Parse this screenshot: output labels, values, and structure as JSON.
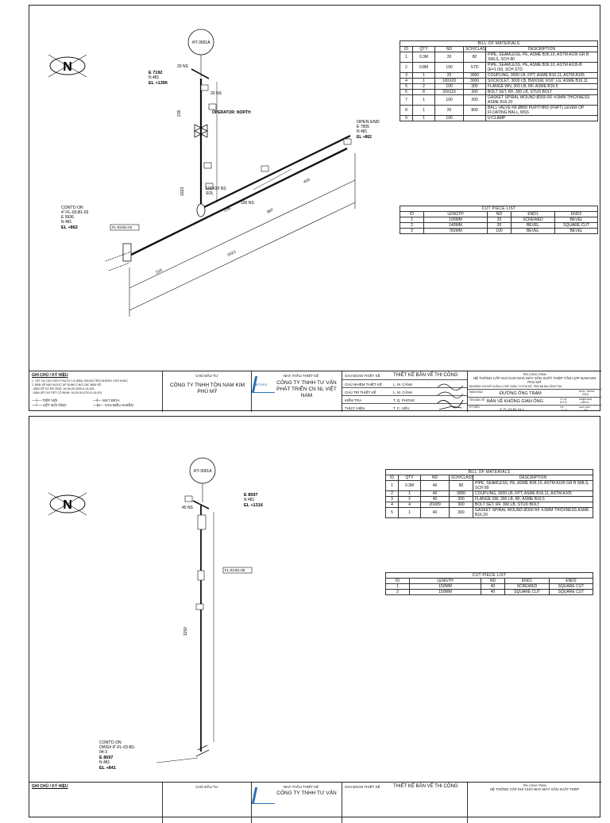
{
  "sheet1": {
    "north": "N",
    "balloon": "#IT-3001A",
    "labels": {
      "top_ns": "20 NS",
      "coord_e": "E 7192",
      "coord_n": "N 481",
      "coord_el": "EL +1396",
      "ns20": "20 NS",
      "operator": "OPERATOR: NORTH",
      "open_end": "OPEN END",
      "oe_e": "E 7895",
      "oe_n": "N 481",
      "oe_el": "EL +862",
      "contd_1": "CONT'D ON",
      "contd_2": "4\"-FL-03-B1-03",
      "contd_e": "E 5936",
      "contd_n": "N 481",
      "contd_el": "EL +862",
      "tag": "FL-03-B1-04",
      "red": "100X20 NS",
      "red2": "SOL",
      "ns100": "100 NS",
      "d1": "215",
      "d2": "235",
      "d3": "1613",
      "d4": "410",
      "d5": "987",
      "d6": "215",
      "d7": "1023"
    },
    "bom_title": "BILL OF MATERIALS",
    "bom_headers": [
      "ID",
      "QTY",
      "ND",
      "SCH/CLASS",
      "DESCRIPTION"
    ],
    "bom_rows": [
      [
        "1",
        "0.3M",
        "20",
        "80",
        "PIPE, SEAMLESS, PE, ASME B36.10, ASTM A106 GR B SMLS, SCH 80"
      ],
      [
        "2",
        "0.8M",
        "100",
        "STD",
        "PIPE, SEAMLESS, PE, ASME B36.10, ASTM A106-B (E=1.00), SCH STD"
      ],
      [
        "3",
        "1",
        "20",
        "3000",
        "COUPLING, 3000 LB, FPT, ASME B16.11, ASTM A105"
      ],
      [
        "4",
        "1",
        "100X20",
        "3000",
        "SOCKOLET, 3000 LB, BWXSW, 9/16\" LG, ASME B16.11"
      ],
      [
        "5",
        "2",
        "100",
        "300",
        "FLANGE WN, 300 LB, RF, ASME B16.5"
      ],
      [
        "6",
        "8",
        "20X115",
        "300",
        "BOLT SET, RF, 300 LB, STUD BOLT"
      ],
      [
        "7",
        "1",
        "100",
        "300",
        "GASKET SPIRAL WOUND Ø300 RF 4.5MM THICKNESS ASME B16.20"
      ],
      [
        "8",
        "1",
        "20",
        "800",
        "BALL VALVE FB Ø800 PUP/THRD (FNPT) LEVER OP FLOATING BALL, MSS"
      ],
      [
        "9",
        "1",
        "100",
        "",
        "U-CLAMP"
      ]
    ],
    "cut_title": "CUT PIECE LIST",
    "cut_headers": [
      "ID",
      "LENGTH",
      "ND",
      "END1",
      "END2"
    ],
    "cut_rows": [
      [
        "1",
        "100MM",
        "20",
        "SCREWED",
        "BEVEL"
      ],
      [
        "2",
        "149MM",
        "20",
        "BEVEL",
        "SQUARE CUT"
      ],
      [
        "3",
        "782MM",
        "100",
        "BEVEL",
        "BEVEL"
      ]
    ],
    "tb": {
      "notes_title": "GHI CHÚ / KÝ HIỆU",
      "note1": "1. TẤT CẢ CÁC KÍCH THƯỚC LÀ (MM), NGOẠI TRỪ NHỮNG CHỖ KHÁC",
      "note2": "2. BẢN VẼ NÀY ĐƯỢC ÁP DỤNG CHO CÁC BẢN VẼ:",
      "note3": "   - BẢN VẼ SƠ ĐỒ ỐNG: 16-00-00-0000-0-14-001,",
      "note4": "   - BẢN VẼ CHI TIẾT CỐ ĐỊNH: 16-00-00-0701-0-16-001",
      "sym1": "TIẾP NỐI",
      "sym2": "KẾT NỐI ỐNG",
      "sym3": "MẶT BÍCH",
      "sym4": "VAN ĐIỀU KHIỂN",
      "owner_lbl": "CHỦ ĐẦU TƯ",
      "owner": "CÔNG TY TNHH TÔN NAM KIM PHÚ MỸ",
      "contractor_lbl": "NHÀ THẦU THIẾT KẾ",
      "contractor": "CÔNG TY TNHH TƯ VẤN PHÁT TRIỂN CN NL VIỆT NAM",
      "logo": "VIETRED",
      "stage_lbl": "GIAI ĐOẠN THIẾT KẾ",
      "stage": "THIẾT KẾ BẢN VẼ THI CÔNG",
      "r1l": "CHỦ NHIỆM THIẾT KẾ",
      "r1v": "L. M. CẢNH",
      "r2l": "CHỦ TRÌ THIẾT KẾ",
      "r2v": "L. M. CẢNH",
      "r3l": "KIỂM TRA",
      "r3v": "T. Q. PHONG",
      "r4l": "THỰC HIỆN",
      "r4v": "T. C. LIỄU",
      "proj_lbl": "TÊN CÔNG TRÌNH",
      "proj": "HỆ THỐNG CẤP KHÍ CHO NHÀ MÁY SẢN XUẤT THÉP TẤM LỢP NAM KIM PHÚ MỸ",
      "loc": "ĐỊA ĐIỂM: KCN MỸ XUÂN A, P.MỸ XUÂN, TX.PHÚ MỸ, TỈNH BÀ RỊA VŨNG TÀU",
      "item_lbl": "HẠNG MỤC",
      "item": "ĐƯỜNG ỐNG TRẠM",
      "dwg_lbl": "TÊN BẢN VẼ",
      "dwg": "BẢN VẼ KHÔNG GIAN ỐNG",
      "code_lbl": "KÝ HIỆU",
      "code": "4\"-FL-03-B1-04-1",
      "scale_lbl": "TỶ LỆ",
      "scale": "N.T.S",
      "rev_lbl": "PHIÊN BẢN",
      "rev": "LẦN A",
      "date_lbl": "NGÀY THÁNG",
      "date": "2024",
      "sheet_lbl": "TỜ",
      "sheet": "1 / 3",
      "size_lbl": "KHỔ GIẤY",
      "size": "A3"
    }
  },
  "sheet2": {
    "north": "N",
    "balloon": "#IT-3001A",
    "labels": {
      "ns40": "40 NS",
      "coord_e": "E 8597",
      "coord_n": "N 481",
      "coord_el": "EL +1316",
      "tag": "FL-03-B1-05",
      "len": "1150",
      "contd_1": "CONT'D ON",
      "contd_2": "OWG# 4\"-FL-03-B1-",
      "contd_3": "04-3",
      "contd_e": "E 8597",
      "contd_n": "N 481",
      "contd_el": "EL +841"
    },
    "bom_title": "BILL OF MATERIALS",
    "bom_headers": [
      "ID",
      "QTY",
      "ND",
      "SCH/CLASS",
      "DESCRIPTION"
    ],
    "bom_rows": [
      [
        "1",
        "0.3M",
        "40",
        "80",
        "PIPE, SEAMLESS, PE, ASME B36.10, ASTM A106 GR B SMLS, SCH 80"
      ],
      [
        "2",
        "1",
        "40",
        "3000",
        "COUPLING, 3000 LB, FPT, ASME B16.11, ASTM A105"
      ],
      [
        "3",
        "2",
        "40",
        "300",
        "FLANGE SW, 300 LB, RF, ASME B16.5"
      ],
      [
        "4",
        "4",
        "20X89",
        "300",
        "BOLT SET, RF, 300 LB, STUD BOLT"
      ],
      [
        "5",
        "1",
        "40",
        "300",
        "GASKET SPIRAL WOUND Ø300 RF 4.5MM THICKNESS ASME B16.20"
      ]
    ],
    "cut_title": "CUT PIECE LIST",
    "cut_headers": [
      "ID",
      "LENGTH",
      "ND",
      "END1",
      "END2"
    ],
    "cut_rows": [
      [
        "1",
        "150MM",
        "40",
        "SCREWED",
        "SQUARE CUT"
      ],
      [
        "2",
        "150MM",
        "40",
        "SQUARE CUT",
        "SQUARE CUT"
      ]
    ],
    "tb": {
      "notes_title": "GHI CHÚ / KÝ HIỆU",
      "owner_lbl": "CHỦ ĐẦU TƯ",
      "contractor_lbl": "NHÀ THẦU THIẾT KẾ",
      "contractor": "CÔNG TY TNHH TƯ VẤN",
      "stage_lbl": "GIAI ĐOẠN THIẾT KẾ",
      "stage": "THIẾT KẾ BẢN VẼ THI CÔNG",
      "proj_lbl": "TÊN CÔNG TRÌNH",
      "proj": "HỆ THỐNG CẤP KHÍ CHO NHÀ MÁY SẢN XUẤT THÉP"
    }
  }
}
